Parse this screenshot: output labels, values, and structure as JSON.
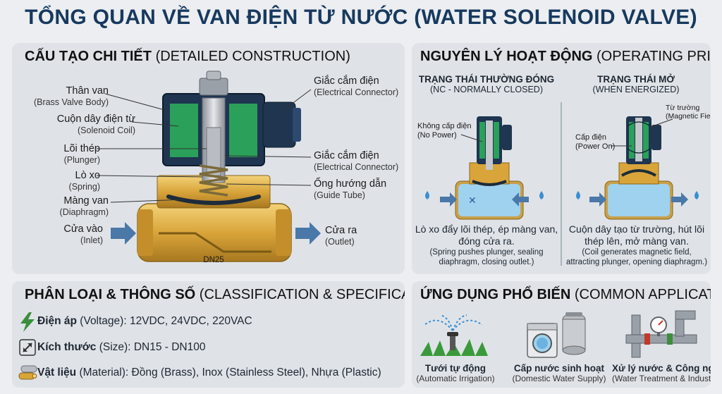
{
  "title": "TỔNG QUAN VỀ VAN ĐIỆN TỪ NƯỚC (WATER SOLENOID VALVE)",
  "construction": {
    "heading_vi": "CẤU TẠO CHI TIẾT",
    "heading_en": "(DETAILED CONSTRUCTION)",
    "labels": {
      "body_vi": "Thân van",
      "body_en": "(Brass Valve Body)",
      "coil_vi": "Cuộn dây điện từ",
      "coil_en": "(Solenoid Coil)",
      "plunger_vi": "Lõi thép",
      "plunger_en": "(Plunger)",
      "spring_vi": "Lò xo",
      "spring_en": "(Spring)",
      "diaphragm_vi": "Màng van",
      "diaphragm_en": "(Diaphragm)",
      "inlet_vi": "Cửa vào",
      "inlet_en": "(Inlet)",
      "connector1_vi": "Giắc cắm điện",
      "connector1_en": "(Electrical Connector)",
      "connector2_vi": "Giắc cắm điện",
      "connector2_en": "(Electrical Connector)",
      "guide_vi": "Ống hướng dẫn",
      "guide_en": "(Guide Tube)",
      "outlet_vi": "Cửa ra",
      "outlet_en": "(Outlet)",
      "size_mark": "DN25"
    }
  },
  "principle": {
    "heading_vi": "NGUYÊN LÝ HOẠT ĐỘNG",
    "heading_en": "(OPERATING PRINCIPLE)",
    "closed": {
      "title_vi": "TRẠNG THÁI THƯỜNG ĐÓNG",
      "title_en": "(NC - NORMALLY CLOSED)",
      "note_vi": "Không cấp điện",
      "note_en": "(No Power)",
      "desc_vi_1": "Lò xo đẩy lõi thép, ép màng van,",
      "desc_vi_2": "đóng cửa ra.",
      "desc_en_1": "(Spring pushes plunger, sealing",
      "desc_en_2": "diaphragm, closing outlet.)"
    },
    "open": {
      "title_vi": "TRẠNG THÁI MỞ",
      "title_en": "(WHEN ENERGIZED)",
      "note_vi": "Cấp điện",
      "note_en": "(Power On)",
      "field_vi": "Từ trường",
      "field_en": "(Magnetic Field)",
      "desc_vi_1": "Cuộn dây tạo từ trường, hút lõi",
      "desc_vi_2": "thép lên, mở màng van.",
      "desc_en_1": "(Coil generates magnetic field,",
      "desc_en_2": "attracting plunger, opening diaphragm.)"
    }
  },
  "specs": {
    "heading_vi": "PHÂN LOẠI & THÔNG SỐ",
    "heading_en": "(CLASSIFICATION & SPECIFICATIONS)",
    "items": [
      {
        "label": "Điện áp",
        "en": "(Voltage):",
        "value": "12VDC, 24VDC, 220VAC",
        "icon": "lightning-icon"
      },
      {
        "label": "Kích thước",
        "en": "(Size):",
        "value": "DN15 - DN100",
        "icon": "resize-arrows-icon"
      },
      {
        "label": "Vật liệu",
        "en": "(Material):",
        "value": "Đồng (Brass), Inox (Stainless Steel), Nhựa (Plastic)",
        "icon": "material-pipes-icon"
      }
    ]
  },
  "applications": {
    "heading_vi": "ỨNG DỤNG PHỔ BIẾN",
    "heading_en": "(COMMON APPLICATIONS)",
    "items": [
      {
        "vi": "Tưới tự động",
        "en": "(Automatic Irrigation)",
        "icon": "sprinkler-icon"
      },
      {
        "vi": "Cấp nước sinh hoạt",
        "en": "(Domestic Water Supply)",
        "icon": "washing-machine-tank-icon"
      },
      {
        "vi": "Xử lý nước & Công nghiệp",
        "en": "(Water Treatment & Industry)",
        "icon": "industrial-pipes-icon"
      }
    ]
  },
  "colors": {
    "title": "#17395e",
    "brass": "#d9a53a",
    "coil": "#2aa05a",
    "housing": "#1f3550",
    "arrow": "#4a78a8",
    "water": "#9fd2ee"
  }
}
